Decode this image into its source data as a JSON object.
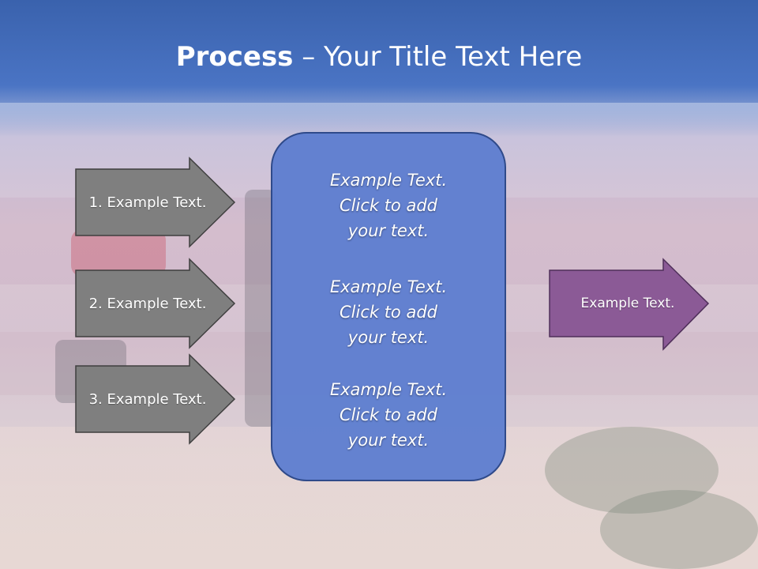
{
  "slide": {
    "title_bold": "Process",
    "title_rest": " – Your Title Text Here"
  },
  "left_arrows": [
    {
      "label": "1. Example Text."
    },
    {
      "label": "2. Example Text."
    },
    {
      "label": "3. Example Text."
    }
  ],
  "center_box": {
    "paragraphs": [
      "Example Text.\nClick  to add\nyour text.",
      "Example Text.\nClick  to add\nyour text.",
      "Example Text.\nClick  to add\nyour text."
    ]
  },
  "right_arrow": {
    "label": "Example Text."
  },
  "colors": {
    "left_arrow_fill": "#7f7f7f",
    "center_box_fill": "#5f7fcf",
    "right_arrow_fill": "#8b5a96"
  }
}
